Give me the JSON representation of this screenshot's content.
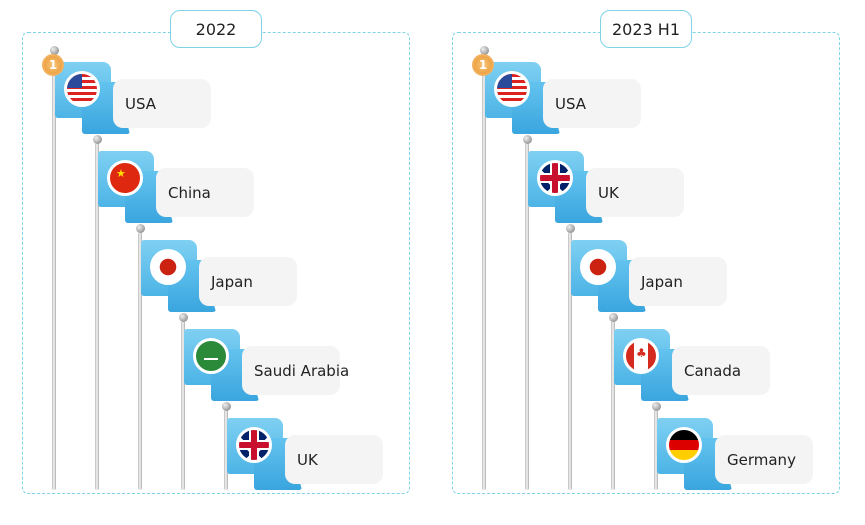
{
  "panels": [
    {
      "title": "2022",
      "rank_badge": "1",
      "countries": [
        {
          "name": "USA",
          "flag": "usa"
        },
        {
          "name": "China",
          "flag": "china"
        },
        {
          "name": "Japan",
          "flag": "japan"
        },
        {
          "name": "Saudi Arabia",
          "flag": "saudi"
        },
        {
          "name": "UK",
          "flag": "uk"
        }
      ]
    },
    {
      "title": "2023 H1",
      "rank_badge": "1",
      "countries": [
        {
          "name": "USA",
          "flag": "usa"
        },
        {
          "name": "UK",
          "flag": "uk"
        },
        {
          "name": "Japan",
          "flag": "japan"
        },
        {
          "name": "Canada",
          "flag": "canada"
        },
        {
          "name": "Germany",
          "flag": "germany"
        }
      ]
    }
  ],
  "colors": {
    "border": "#7fd3e6",
    "flag": "#4cb4e6",
    "label_bg": "#f4f4f4"
  }
}
